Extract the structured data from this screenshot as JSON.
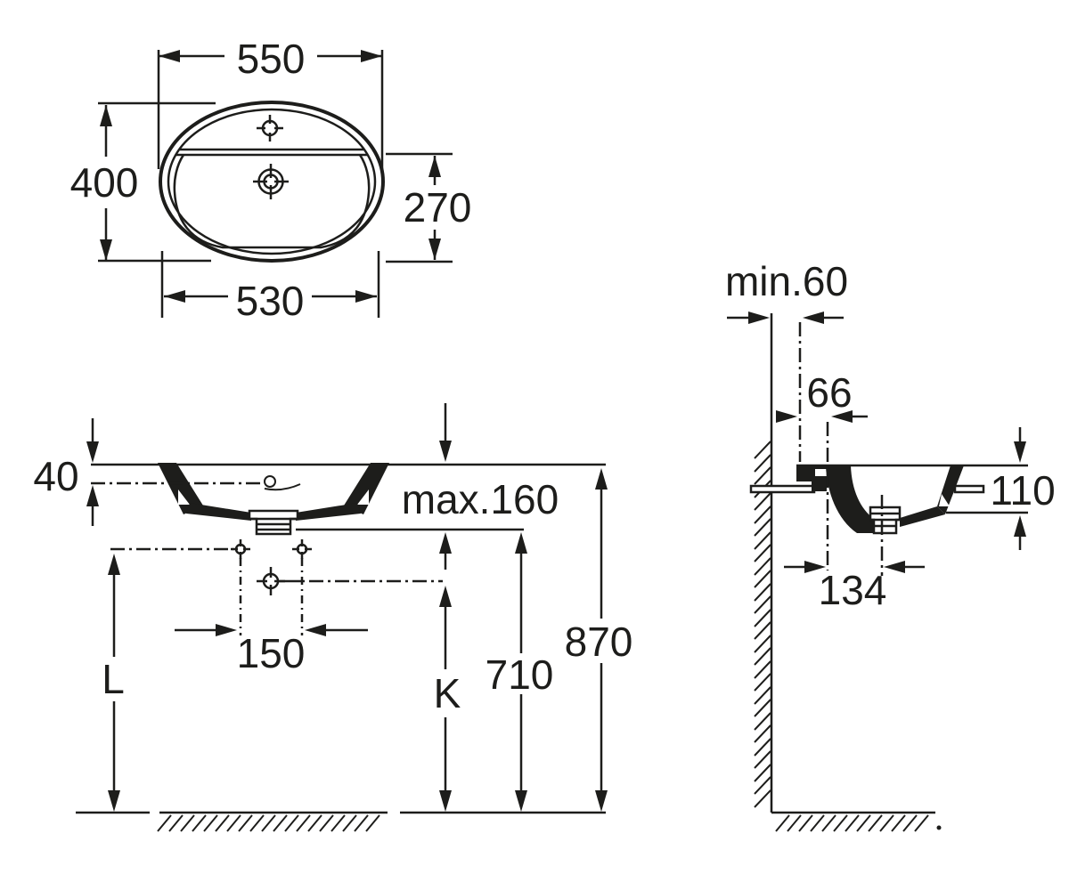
{
  "drawing": {
    "colors": {
      "ink": "#1d1d1b",
      "paper": "#ffffff"
    },
    "top_view": {
      "overall_width": "550",
      "overall_depth": "400",
      "bowl_depth": "270",
      "bottom_width": "530"
    },
    "front_view": {
      "rim_drop": "40",
      "max_thickness": "max.160",
      "hole_spacing": "150",
      "dim_l": "L",
      "dim_k": "K",
      "outlet_height": "710",
      "rim_height": "870"
    },
    "side_view": {
      "wall_clearance": "min.60",
      "tap_offset": "66",
      "drain_offset": "134",
      "front_edge_depth": "110"
    }
  }
}
